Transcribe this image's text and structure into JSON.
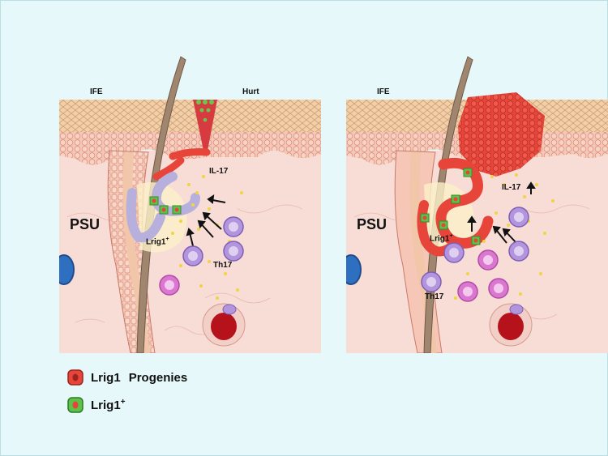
{
  "panels": [
    {
      "labels": {
        "ife": "IFE",
        "hurt": "Hurt",
        "il17": "IL-17",
        "psu": "PSU",
        "lrig1": "Lrig1",
        "lrig1_sup": "+",
        "th17": "Th17"
      }
    },
    {
      "labels": {
        "ife": "IFE",
        "il17": "IL-17",
        "psu": "PSU",
        "lrig1": "Lrig1",
        "lrig1_sup": "+",
        "th17": "Th17"
      }
    }
  ],
  "legend": [
    {
      "icon": "lrig1-progeny-cell-icon",
      "words": [
        "Lrig1",
        "Progenies"
      ],
      "color": "#e8453a"
    },
    {
      "icon": "lrig1-positive-cell-icon",
      "text": "Lrig1",
      "sup": "+",
      "color": "#5cc24a"
    }
  ]
}
